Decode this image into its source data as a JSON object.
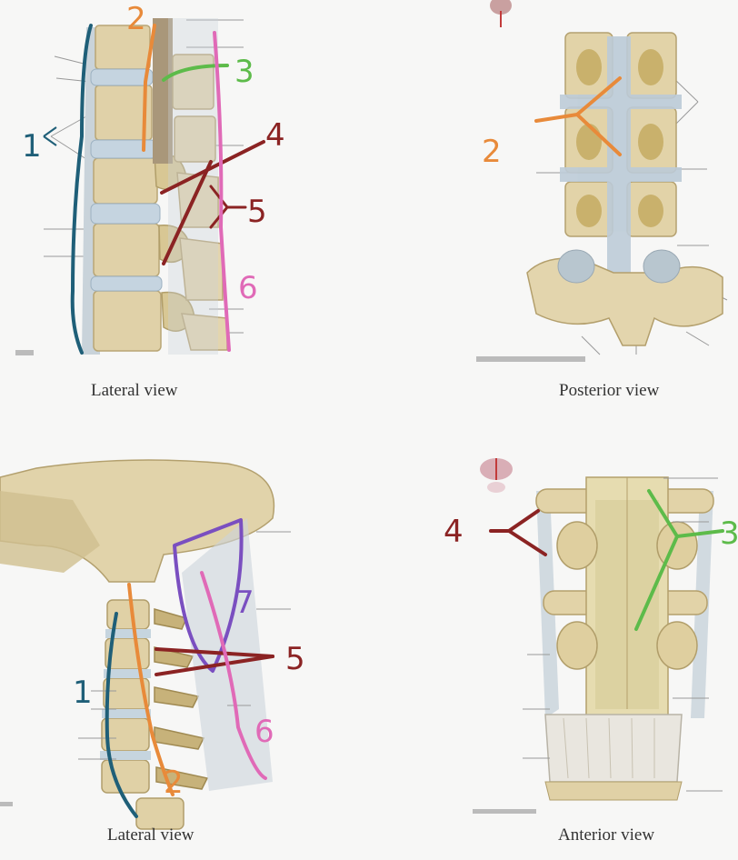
{
  "captions": {
    "top_left": "Lateral view",
    "top_right": "Posterior view",
    "bottom_left": "Lateral view",
    "bottom_right": "Anterior view"
  },
  "annotations": {
    "tl": [
      "1",
      "2",
      "3",
      "4",
      "5",
      "6"
    ],
    "tr": [
      "2"
    ],
    "bl": [
      "1",
      "2",
      "5",
      "6",
      "7"
    ],
    "br": [
      "3",
      "4"
    ]
  },
  "colors": {
    "blue": "#1f5f78",
    "orange": "#e88a3a",
    "green": "#5dbb4a",
    "maroon": "#8b2323",
    "pink": "#e06ab7",
    "purple": "#7a4fc0",
    "bone": "#e0d1a8",
    "ligament": "#bfcdd8"
  }
}
